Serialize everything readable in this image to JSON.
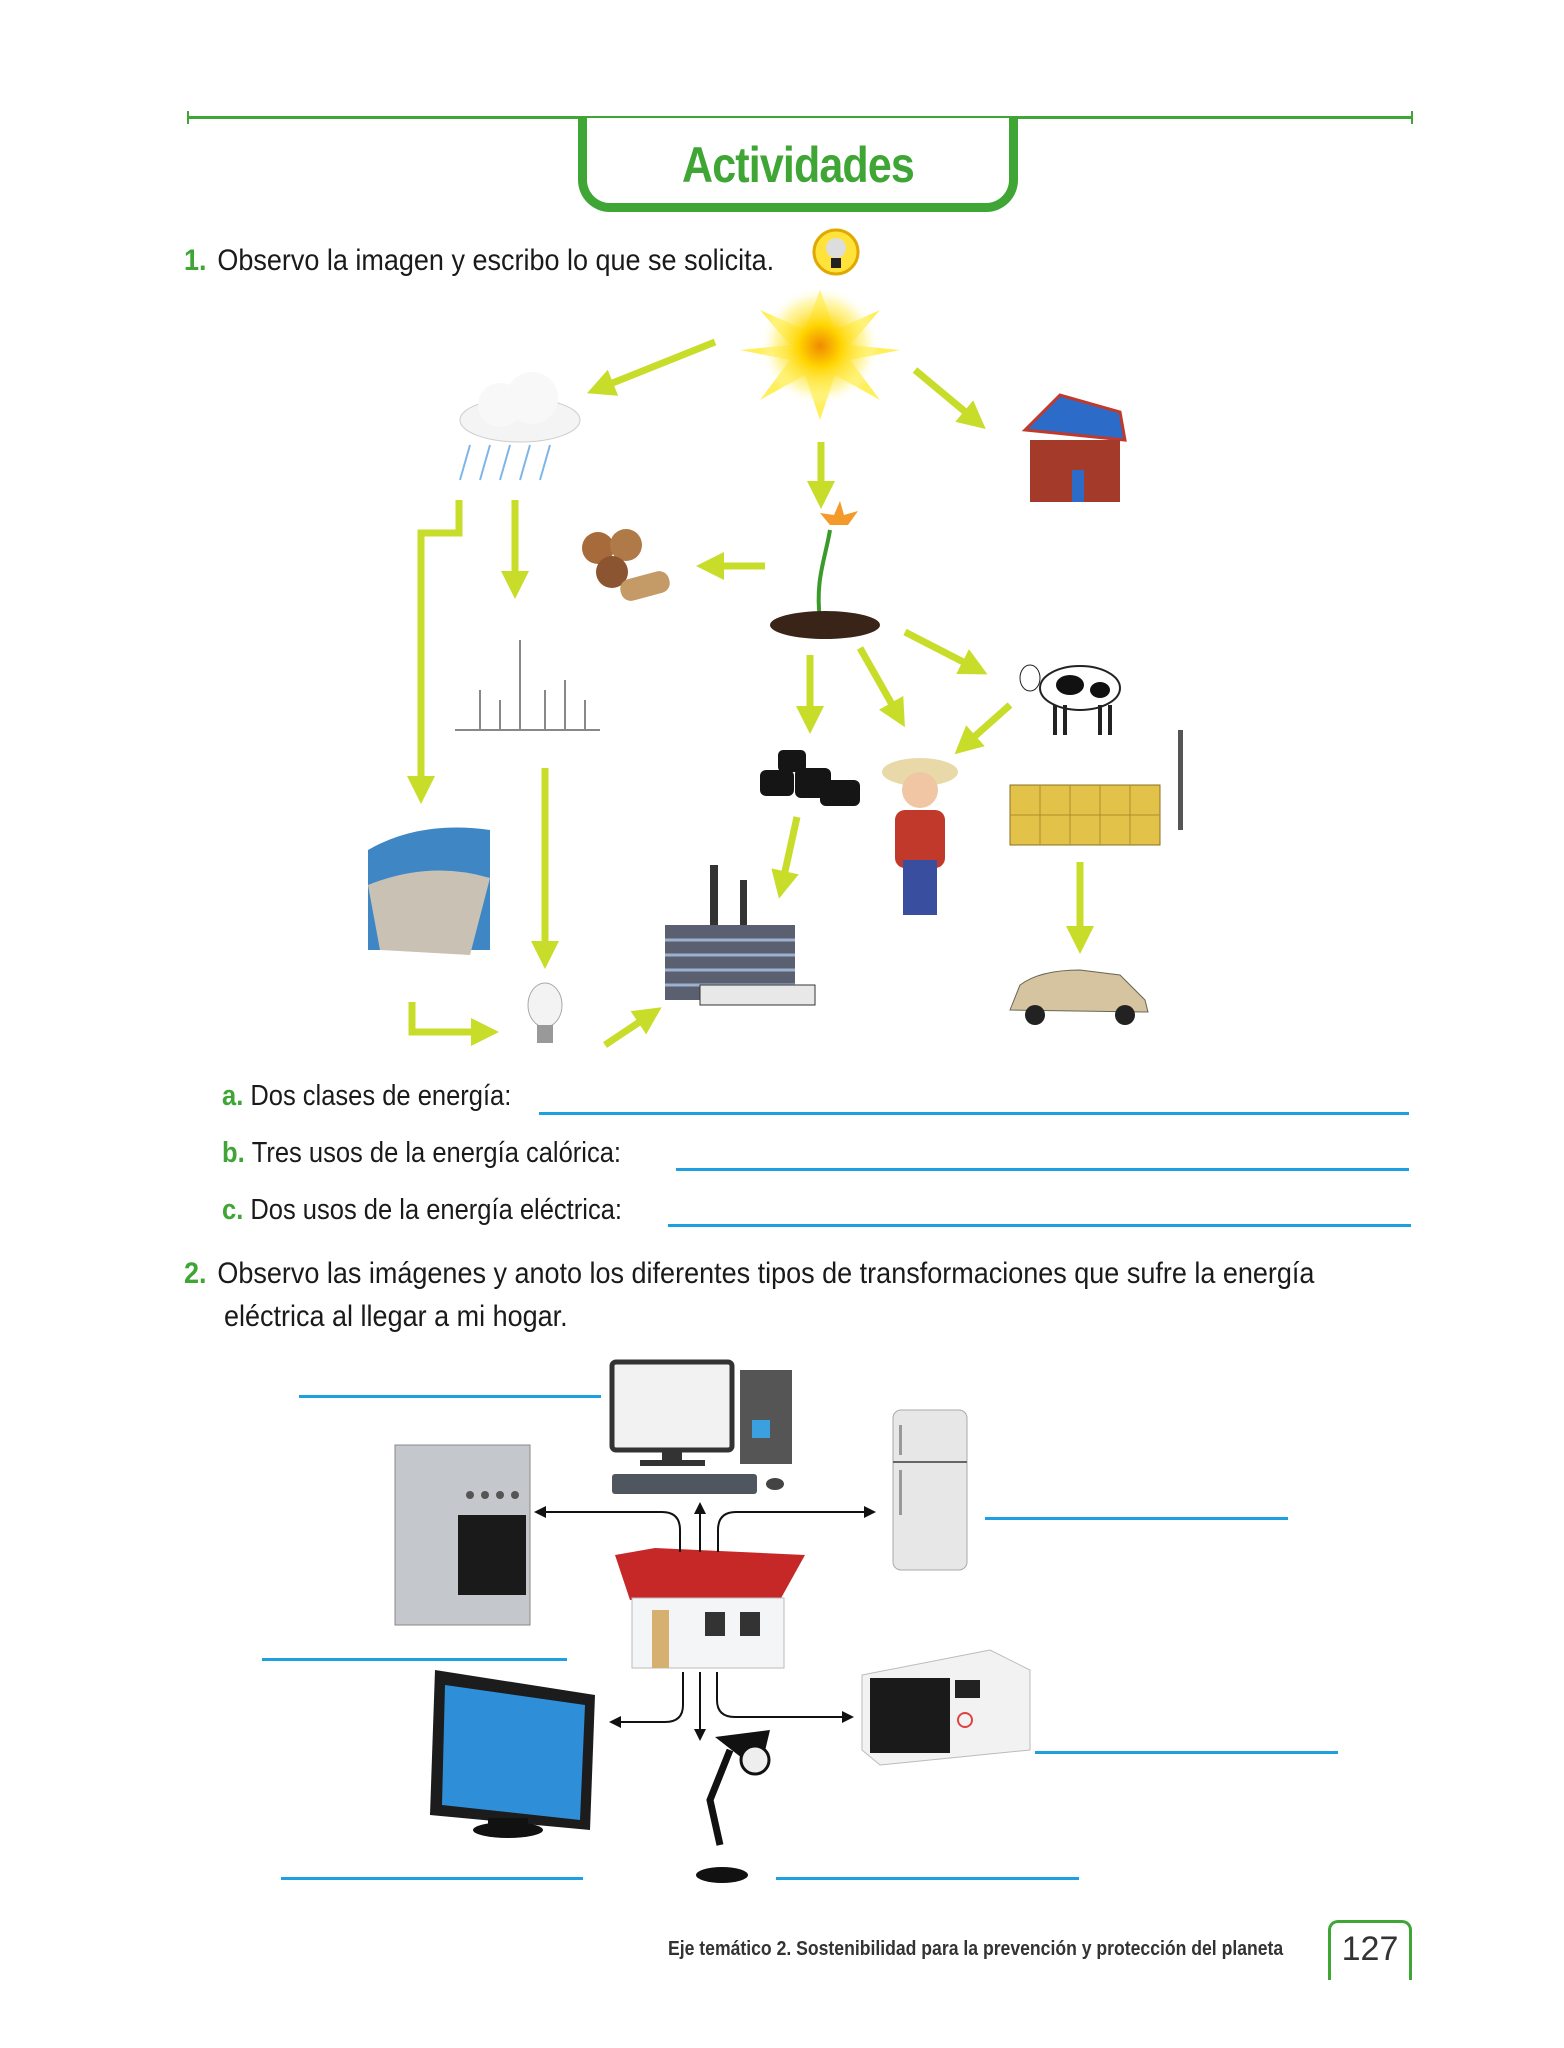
{
  "header": {
    "title": "Actividades"
  },
  "activity1": {
    "number": "1.",
    "prompt": "Observo la imagen y escribo lo que se solicita.",
    "hint_icon": "lightbulb-icon",
    "diagram_items": [
      "sun",
      "cloud-rain",
      "solar-house",
      "wood-logs",
      "plant",
      "wind-turbines",
      "cow",
      "coal",
      "farmer",
      "factory-yellow",
      "hydro-dam",
      "power-plant",
      "car",
      "light-bulb"
    ],
    "questions": [
      {
        "letter": "a.",
        "text": "Dos clases de energía:",
        "answer": ""
      },
      {
        "letter": "b.",
        "text": "Tres usos de la energía calórica:",
        "answer": ""
      },
      {
        "letter": "c.",
        "text": "Dos usos de la energía eléctrica:",
        "answer": ""
      }
    ]
  },
  "activity2": {
    "number": "2.",
    "prompt_line1": "Observo las imágenes y anoto los diferentes tipos de transformaciones que sufre la energía",
    "prompt_line2": "eléctrica al llegar a mi hogar.",
    "devices": [
      "computer",
      "stove",
      "refrigerator",
      "house",
      "television",
      "desk-lamp",
      "microwave"
    ]
  },
  "footer": {
    "text": "Eje temático 2. Sostenibilidad para la prevención y protección del planeta",
    "page": "127"
  },
  "colors": {
    "accent": "#3fa535",
    "answer_line": "#1e9fe0",
    "arrow": "#c8dc2a"
  }
}
